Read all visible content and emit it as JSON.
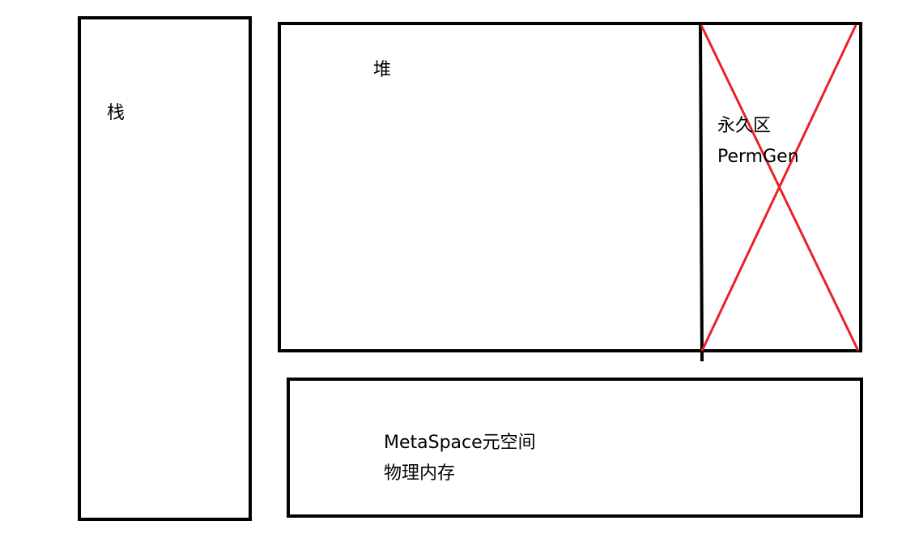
{
  "stack": {
    "label": "栈"
  },
  "heap": {
    "label": "堆"
  },
  "permgen": {
    "label_cn": "永久区",
    "label_en": "PermGen",
    "status": "removed",
    "cross_color": "#e8212b"
  },
  "metaspace": {
    "label_line1": "MetaSpace元空间",
    "label_line2": "物理内存"
  },
  "colors": {
    "outline": "#000000",
    "background": "#ffffff",
    "cross": "#e8212b"
  }
}
